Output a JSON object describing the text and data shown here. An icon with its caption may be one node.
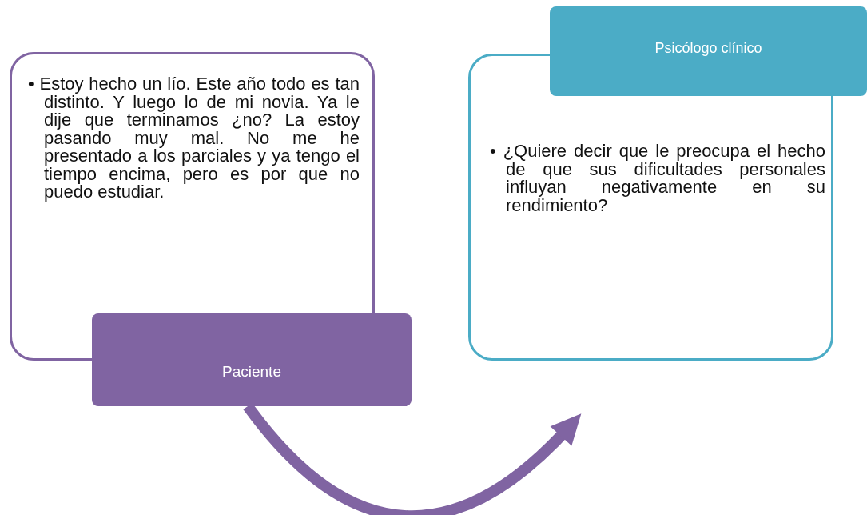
{
  "diagram": {
    "nodes": [
      {
        "text": [
          "• Estoy hecho un lío. Este año todo es tan distinto. Y luego lo de mi novia. Ya le dije que terminamos ¿no? La estoy pasando muy mal. No me he presentado a los parciales y ya tengo el tiempo encima, pero es por que no puedo estudiar."
        ]
      },
      {
        "text": [
          "Paciente"
        ]
      },
      {
        "text": [
          "• ¿Quiere decir que le preocupa el hecho de que sus dificultades personales influyan negativamente en su rendimiento?"
        ]
      },
      {
        "text": [
          "Psicólogo clínico"
        ]
      }
    ],
    "edges": [
      {
        "from": 1,
        "to": 2,
        "arrow": "to"
      }
    ]
  }
}
